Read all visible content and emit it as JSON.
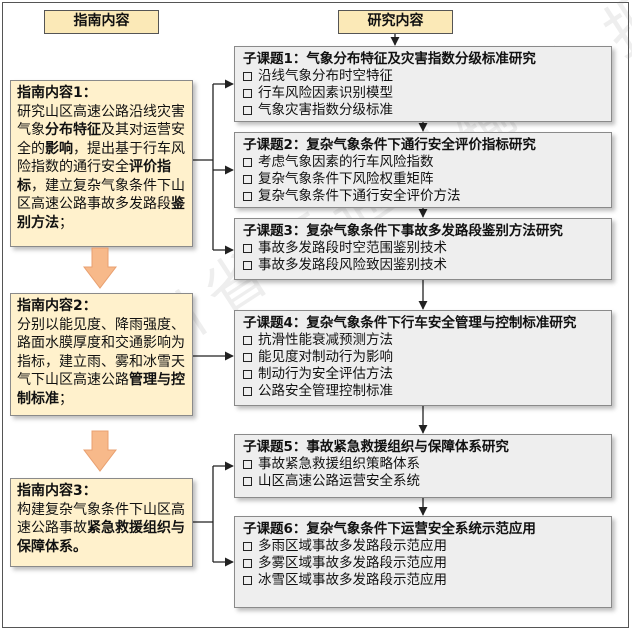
{
  "headers": {
    "left": "指南内容",
    "right": "研究内容"
  },
  "guides": [
    {
      "title": "指南内容1：",
      "segments": [
        {
          "t": "研究山区高速公路沿线灾害气象",
          "b": false
        },
        {
          "t": "分布特征",
          "b": true
        },
        {
          "t": "及其对运营安全的",
          "b": false
        },
        {
          "t": "影响",
          "b": true
        },
        {
          "t": "，提出基于行车风险指数的通行安全",
          "b": false
        },
        {
          "t": "评价指标",
          "b": true
        },
        {
          "t": "，建立复杂气象条件下山区高速公路事故多发路段",
          "b": false
        },
        {
          "t": "鉴别方法",
          "b": true
        },
        {
          "t": "；",
          "b": false
        }
      ]
    },
    {
      "title": "指南内容2：",
      "segments": [
        {
          "t": "分别以能见度、降雨强度、路面水膜厚度和交通影响为指标，建立雨、雾和冰雪天气下山区高速公路",
          "b": false
        },
        {
          "t": "管理与控制标准",
          "b": true
        },
        {
          "t": "；",
          "b": false
        }
      ]
    },
    {
      "title": "指南内容3：",
      "segments": [
        {
          "t": "构建复杂气象条件下山区高速公路事故",
          "b": false
        },
        {
          "t": "紧急救援组织与保障体系。",
          "b": true
        }
      ]
    }
  ],
  "subtopics": [
    {
      "title": "子课题1：气象分布特征及灾害指数分级标准研究",
      "items": [
        "沿线气象分布时空特征",
        "行车风险因素识别模型",
        "气象灾害指数分级标准"
      ]
    },
    {
      "title": "子课题2：复杂气象条件下通行安全评价指标研究",
      "items": [
        "考虑气象因素的行车风险指数",
        "复杂气象条件下风险权重矩阵",
        "复杂气象条件下通行安全评价方法"
      ]
    },
    {
      "title": "子课题3：复杂气象条件下事故多发路段鉴别方法研究",
      "items": [
        "事故多发路段时空范围鉴别技术",
        "事故多发路段风险致因鉴别技术"
      ]
    },
    {
      "title": "子课题4：复杂气象条件下行车安全管理与控制标准研究",
      "items": [
        "抗滑性能衰减预测方法",
        "能见度对制动行为影响",
        "制动行为安全评估方法",
        "公路安全管理控制标准"
      ]
    },
    {
      "title": "子课题5：事故紧急救援组织与保障体系研究",
      "items": [
        "事故紧急救援组织策略体系",
        "山区高速公路运营安全系统"
      ]
    },
    {
      "title": "子课题6：复杂气象条件下运营安全系统示范应用",
      "items": [
        "多雨区域事故多发路段示范应用",
        "多雾区域事故多发路段示范应用",
        "冰雪区域事故多发路段示范应用"
      ]
    }
  ],
  "colors": {
    "guide_fill": "#fff1cc",
    "header_fill": "#fbe9b7",
    "subtopic_fill": "#eeeeee",
    "arrow_fill": "#f7b98a"
  },
  "watermark": "四川省交通运输厅 报告正文"
}
